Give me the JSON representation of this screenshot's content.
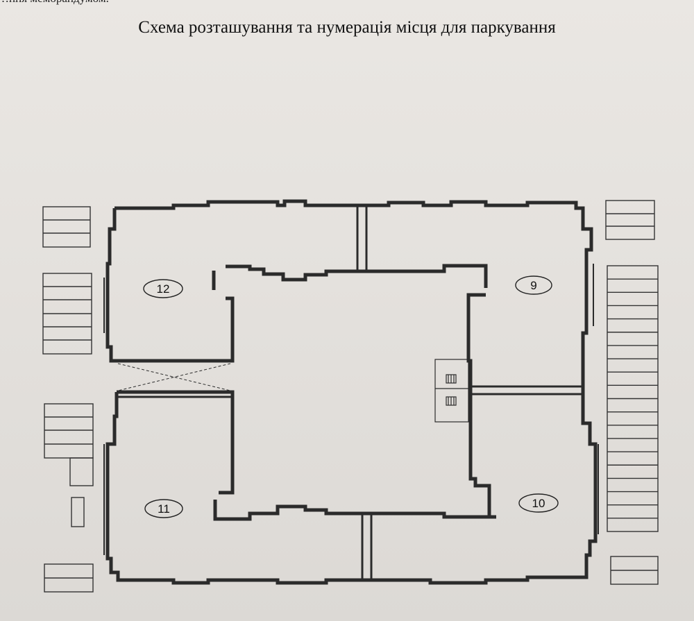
{
  "header_fragment": "…ння меморандумом.",
  "title": "Схема розташування та нумерація місця для паркування",
  "sections": [
    {
      "number": "12"
    },
    {
      "number": "9"
    },
    {
      "number": "11"
    },
    {
      "number": "10"
    }
  ],
  "colors": {
    "line": "#2b2b2b",
    "paper": "#e6e3df"
  }
}
